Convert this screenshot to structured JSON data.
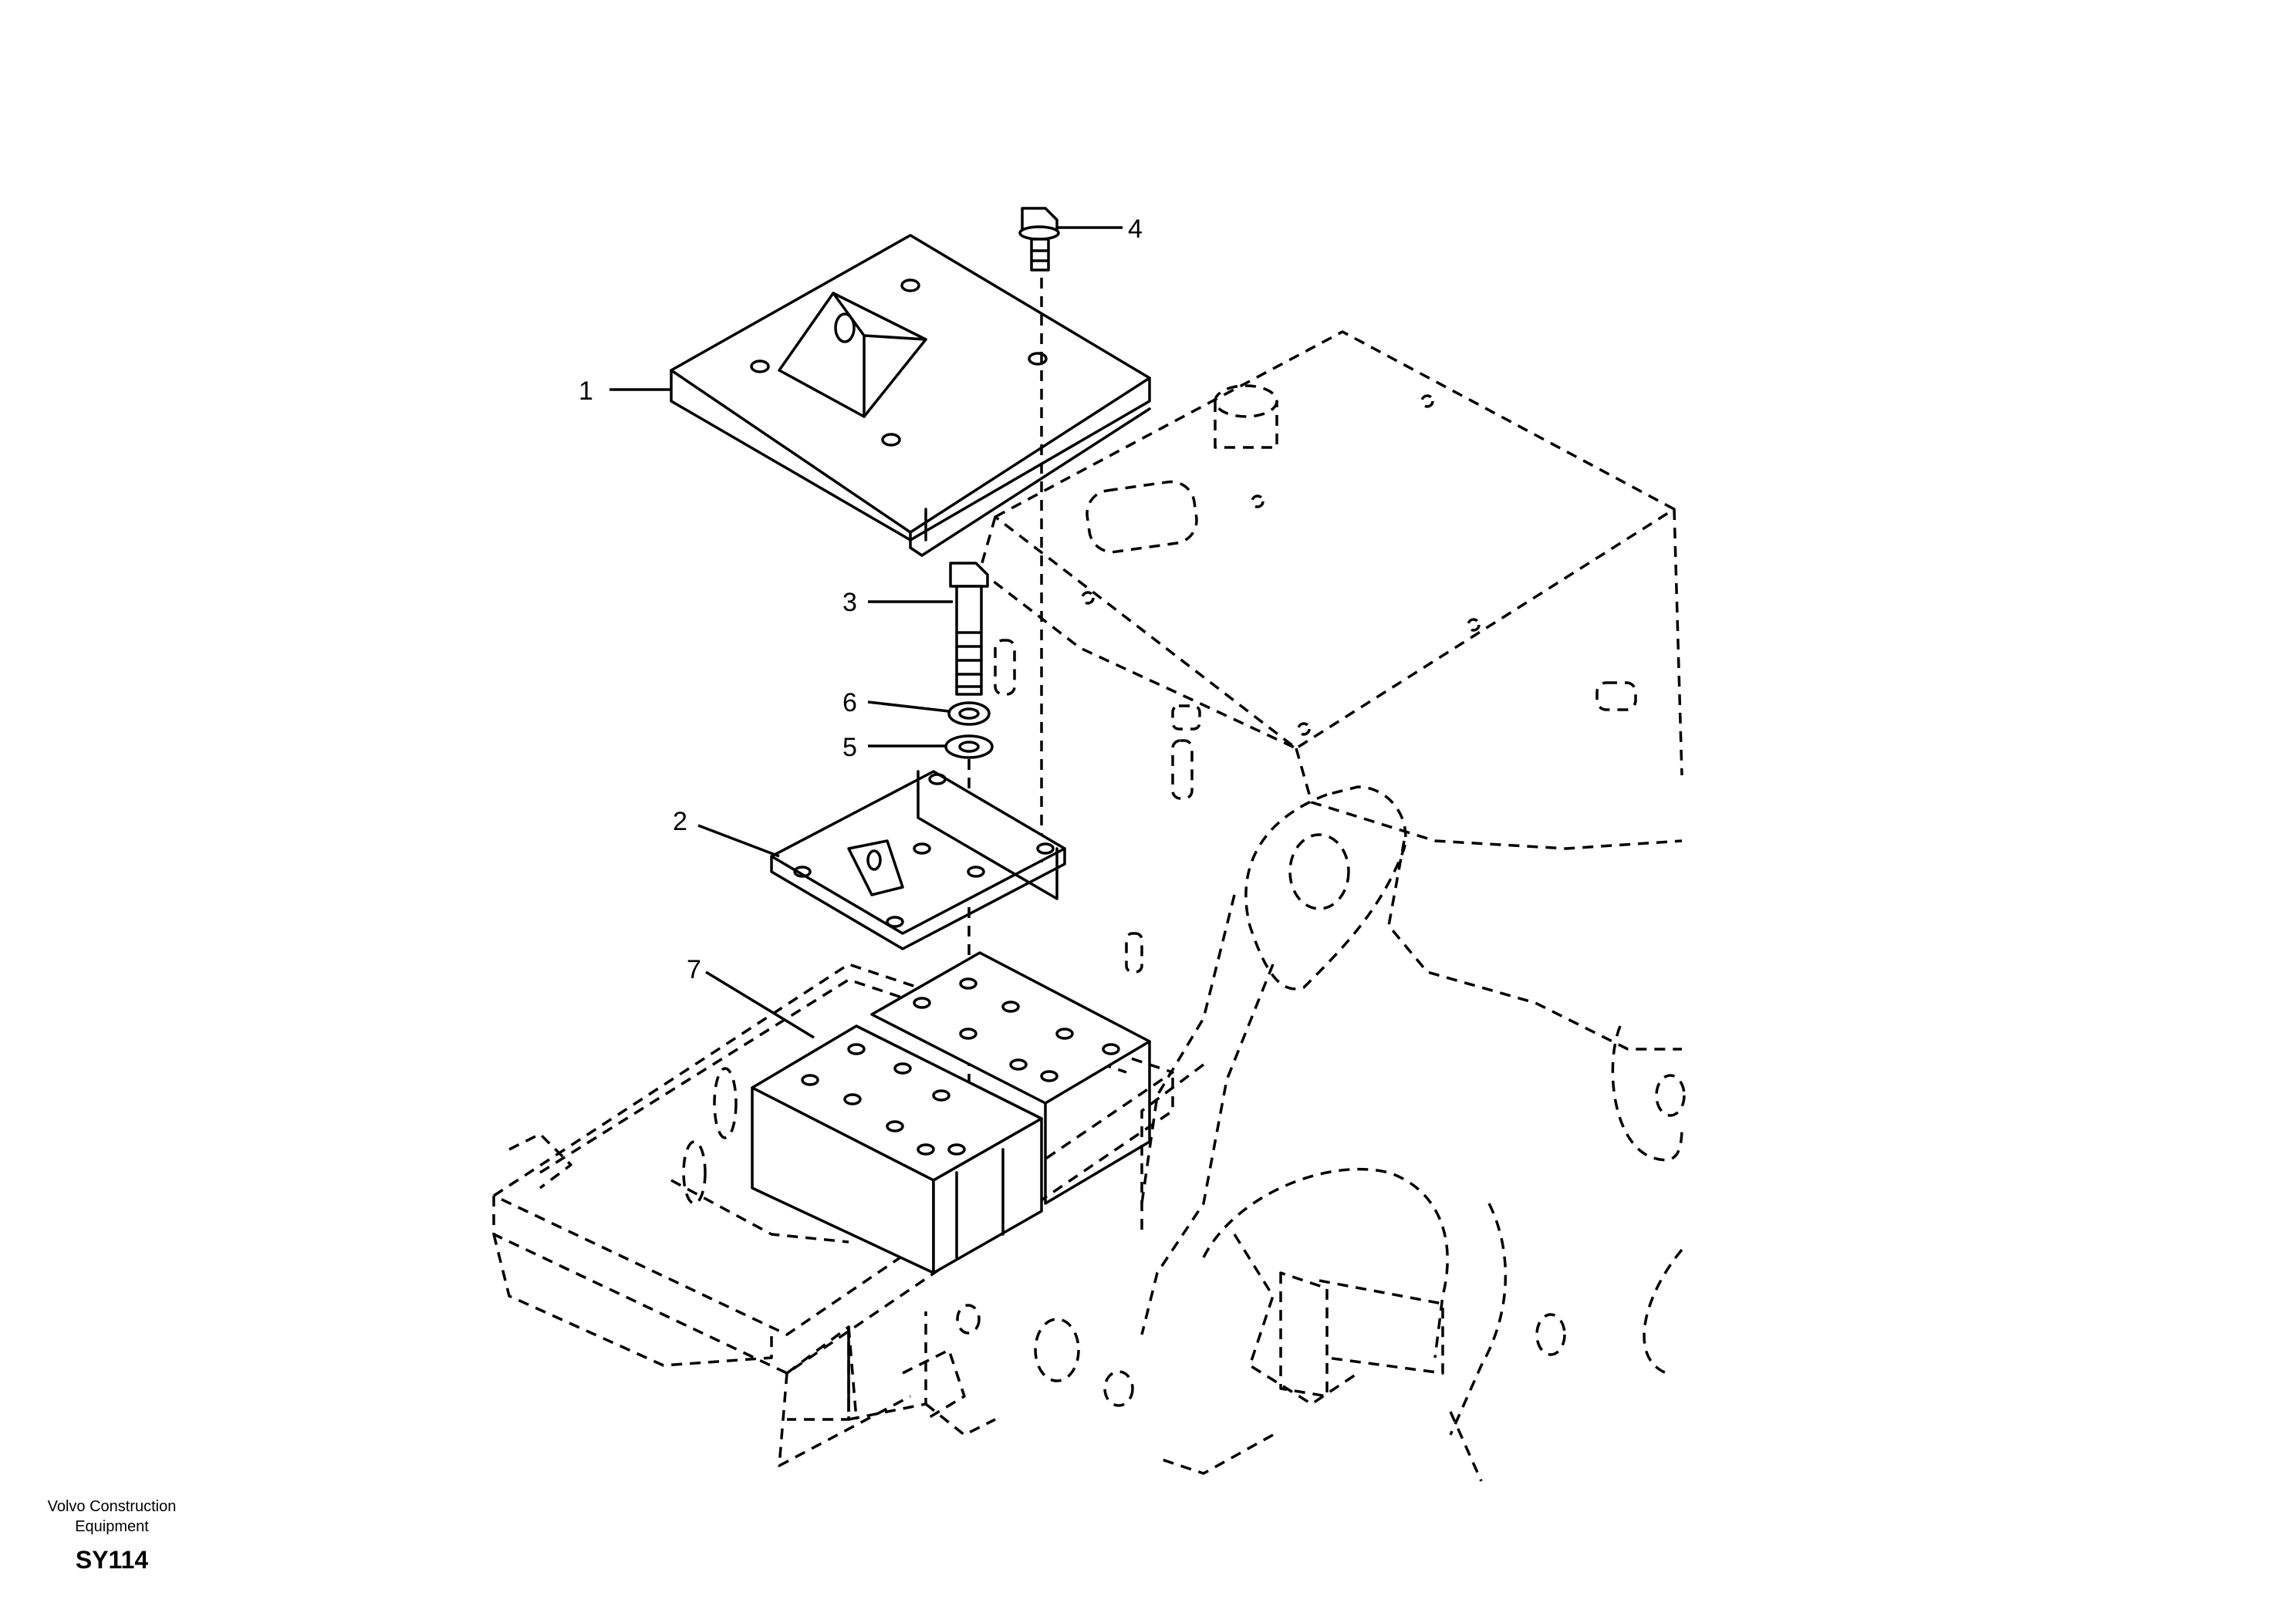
{
  "callouts": [
    {
      "id": "1",
      "label": "1"
    },
    {
      "id": "2",
      "label": "2"
    },
    {
      "id": "3",
      "label": "3"
    },
    {
      "id": "4",
      "label": "4"
    },
    {
      "id": "5",
      "label": "5"
    },
    {
      "id": "6",
      "label": "6"
    },
    {
      "id": "7",
      "label": "7"
    }
  ],
  "footer": {
    "company_line1": "Volvo Construction",
    "company_line2": "Equipment",
    "code": "SY114"
  }
}
